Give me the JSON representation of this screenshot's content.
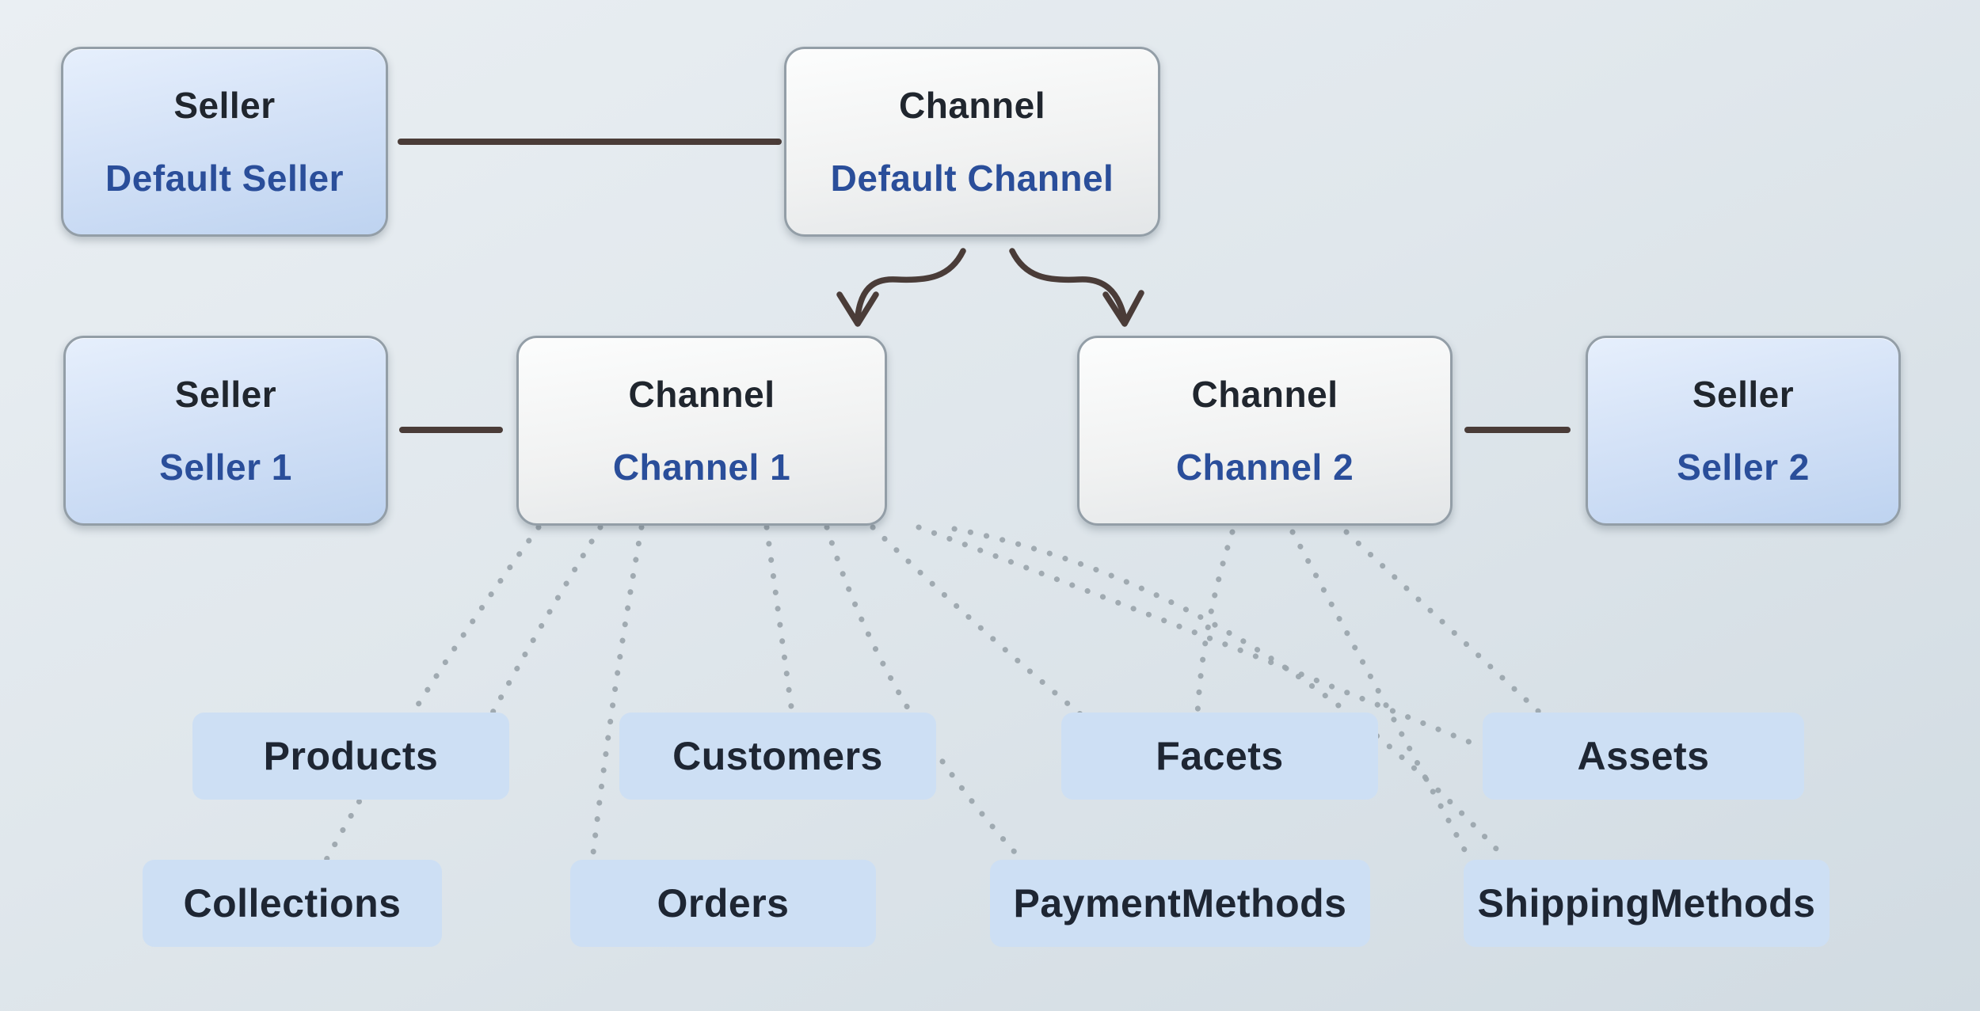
{
  "diagram": {
    "nodes": {
      "seller_default": {
        "title": "Seller",
        "subtitle": "Default Seller"
      },
      "channel_default": {
        "title": "Channel",
        "subtitle": "Default Channel"
      },
      "seller_1": {
        "title": "Seller",
        "subtitle": "Seller 1"
      },
      "channel_1": {
        "title": "Channel",
        "subtitle": "Channel 1"
      },
      "channel_2": {
        "title": "Channel",
        "subtitle": "Channel 2"
      },
      "seller_2": {
        "title": "Seller",
        "subtitle": "Seller 2"
      }
    },
    "entities": {
      "products": {
        "label": "Products"
      },
      "customers": {
        "label": "Customers"
      },
      "facets": {
        "label": "Facets"
      },
      "assets": {
        "label": "Assets"
      },
      "collections": {
        "label": "Collections"
      },
      "orders": {
        "label": "Orders"
      },
      "payment_methods": {
        "label": "PaymentMethods"
      },
      "shipping_methods": {
        "label": "ShippingMethods"
      }
    },
    "links": {
      "solid": [
        {
          "from": "Default Seller",
          "to": "Default Channel"
        },
        {
          "from": "Seller 1",
          "to": "Channel 1"
        },
        {
          "from": "Channel 2",
          "to": "Seller 2"
        }
      ],
      "arrows": [
        {
          "from": "Default Channel",
          "to": "Channel 1"
        },
        {
          "from": "Default Channel",
          "to": "Channel 2"
        }
      ],
      "dotted": [
        {
          "from": "Channel 1",
          "to": "Collections"
        },
        {
          "from": "Channel 1",
          "to": "Products"
        },
        {
          "from": "Channel 1",
          "to": "Orders"
        },
        {
          "from": "Channel 1",
          "to": "Customers"
        },
        {
          "from": "Channel 1",
          "to": "PaymentMethods"
        },
        {
          "from": "Channel 1",
          "to": "Facets"
        },
        {
          "from": "Channel 1",
          "to": "Assets"
        },
        {
          "from": "Channel 1",
          "to": "ShippingMethods"
        },
        {
          "from": "Channel 2",
          "to": "Facets"
        },
        {
          "from": "Channel 2",
          "to": "Assets"
        },
        {
          "from": "Channel 2",
          "to": "ShippingMethods"
        }
      ]
    },
    "colors": {
      "background_top": "#eaeff3",
      "background_bottom": "#d1dbe2",
      "seller_box_top": "#e6effc",
      "seller_box_bottom": "#bed3f0",
      "channel_box_top": "#fcfdfd",
      "channel_box_bottom": "#e3e6e8",
      "entity_box": "#cddff4",
      "box_border": "#939ea7",
      "title_text": "#20262e",
      "subtitle_text": "#2a4e9a",
      "entity_text": "#1e2633",
      "solid_connector": "#4a3c38",
      "dotted_connector": "#9ca6ae"
    }
  }
}
